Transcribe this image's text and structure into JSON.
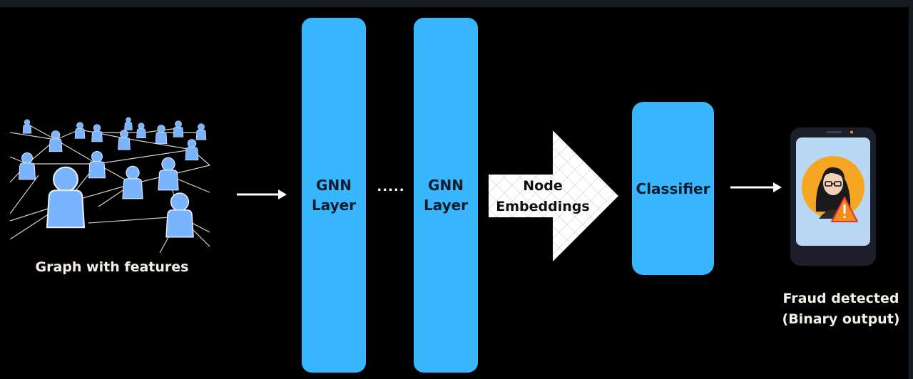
{
  "graph_input": {
    "caption": "Graph with features",
    "icon": "people-network-icon"
  },
  "gnn_layer_1": {
    "line1": "GNN",
    "line2": "Layer"
  },
  "ellipsis": ".....",
  "gnn_layer_2": {
    "line1": "GNN",
    "line2": "Layer"
  },
  "embeddings": {
    "line1": "Node",
    "line2": "Embeddings"
  },
  "classifier": {
    "label": "Classifier"
  },
  "output": {
    "line1": "Fraud detected",
    "line2": "(Binary output)",
    "icon": "phone-fraud-warning-icon"
  },
  "colors": {
    "layer_blue": "#38b6ff",
    "person_blue": "#7ab3ff",
    "caption": "#f2efe6",
    "background": "#000000",
    "warning_orange": "#f58a1f"
  }
}
